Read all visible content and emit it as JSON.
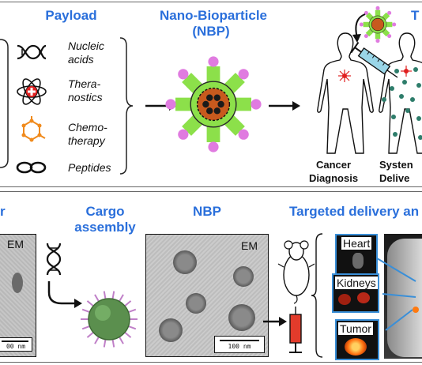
{
  "top": {
    "payload_title": "Payload",
    "payloads": [
      "Nucleic acids",
      "Thera- nostics",
      "Chemo- therapy",
      "Peptides"
    ],
    "payload_lines": [
      [
        "Nucleic",
        "acids"
      ],
      [
        "Thera-",
        "nostics"
      ],
      [
        "Chemo-",
        "therapy"
      ],
      [
        "Peptides"
      ]
    ],
    "nbp_title_line1": "Nano-Bioparticle",
    "nbp_title_line2": "(NBP)",
    "right_title_fragment": "T",
    "caption_diagnosis_line1": "Cancer",
    "caption_diagnosis_line2": "Diagnosis",
    "caption_delivery_line1": "Systen",
    "caption_delivery_line2": "Delive"
  },
  "bottom": {
    "left_fragment": "r",
    "cargo_line1": "Cargo",
    "cargo_line2": "assembly",
    "nbp_title": "NBP",
    "targeted_title": "Targeted delivery an",
    "em_label_left": "EM",
    "em_label_center": "EM",
    "scale_left": "00 nm",
    "scale_center": "100 nm",
    "organs": [
      "Heart",
      "Kidneys",
      "Tumor"
    ]
  },
  "colors": {
    "title_blue": "#2a6fdb",
    "particle_green": "#8ce04a",
    "particle_magenta": "#e07be0",
    "core_orange": "#c85a1e",
    "chemo_orange": "#f08a1c",
    "thera_red": "#e02020",
    "callout_blue": "#3a8fd8"
  },
  "icons": [
    "dna-icon",
    "theranostics-atom-icon",
    "chemo-molecule-icon",
    "peptide-chain-icon",
    "syringe-icon",
    "mouse-icon"
  ]
}
